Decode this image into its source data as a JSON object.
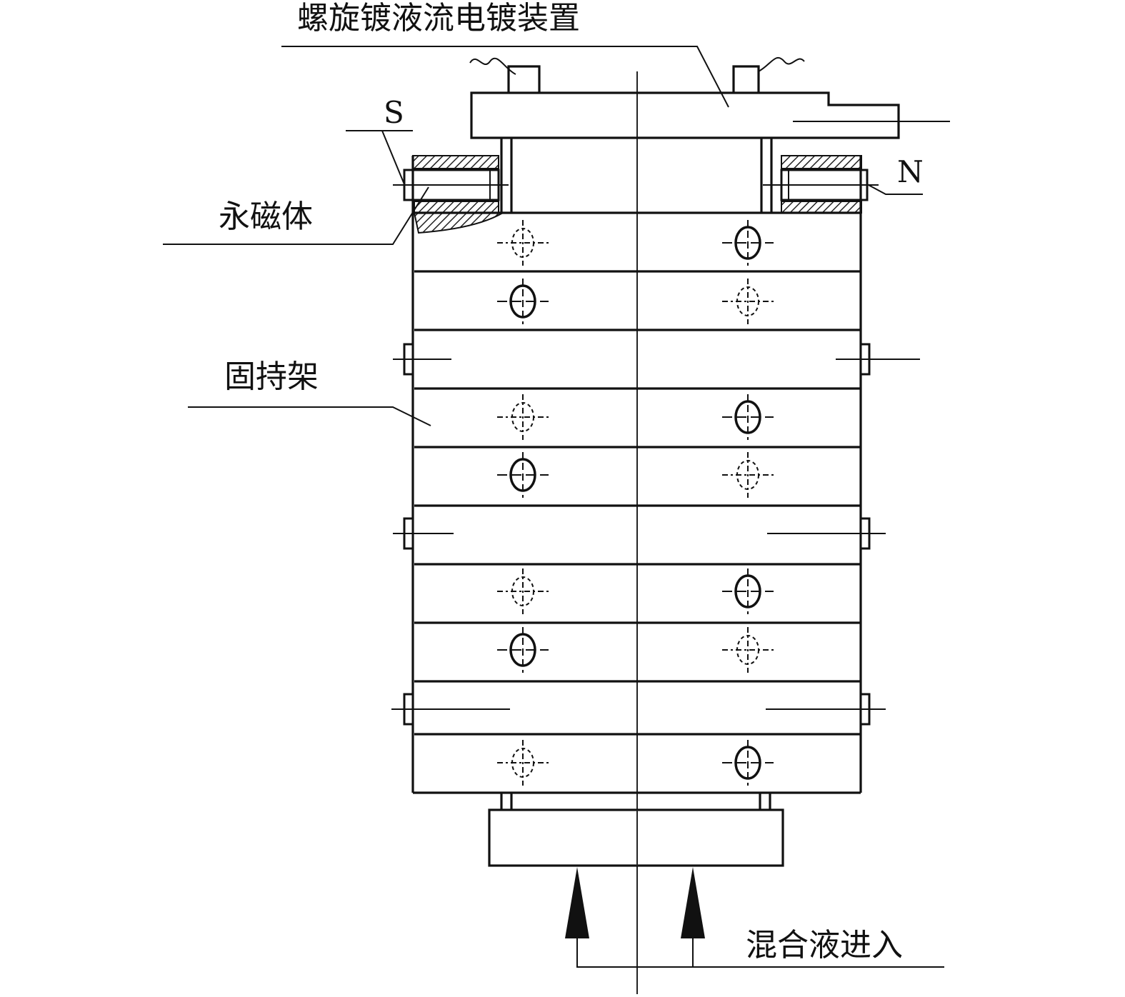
{
  "labels": {
    "device": "螺旋镀液流电镀装置",
    "magnet": "永磁体",
    "holder": "固持架",
    "inlet": "混合液进入",
    "pole_s": "S",
    "pole_n": "N"
  },
  "colors": {
    "line": "#111111",
    "background": "#ffffff"
  }
}
